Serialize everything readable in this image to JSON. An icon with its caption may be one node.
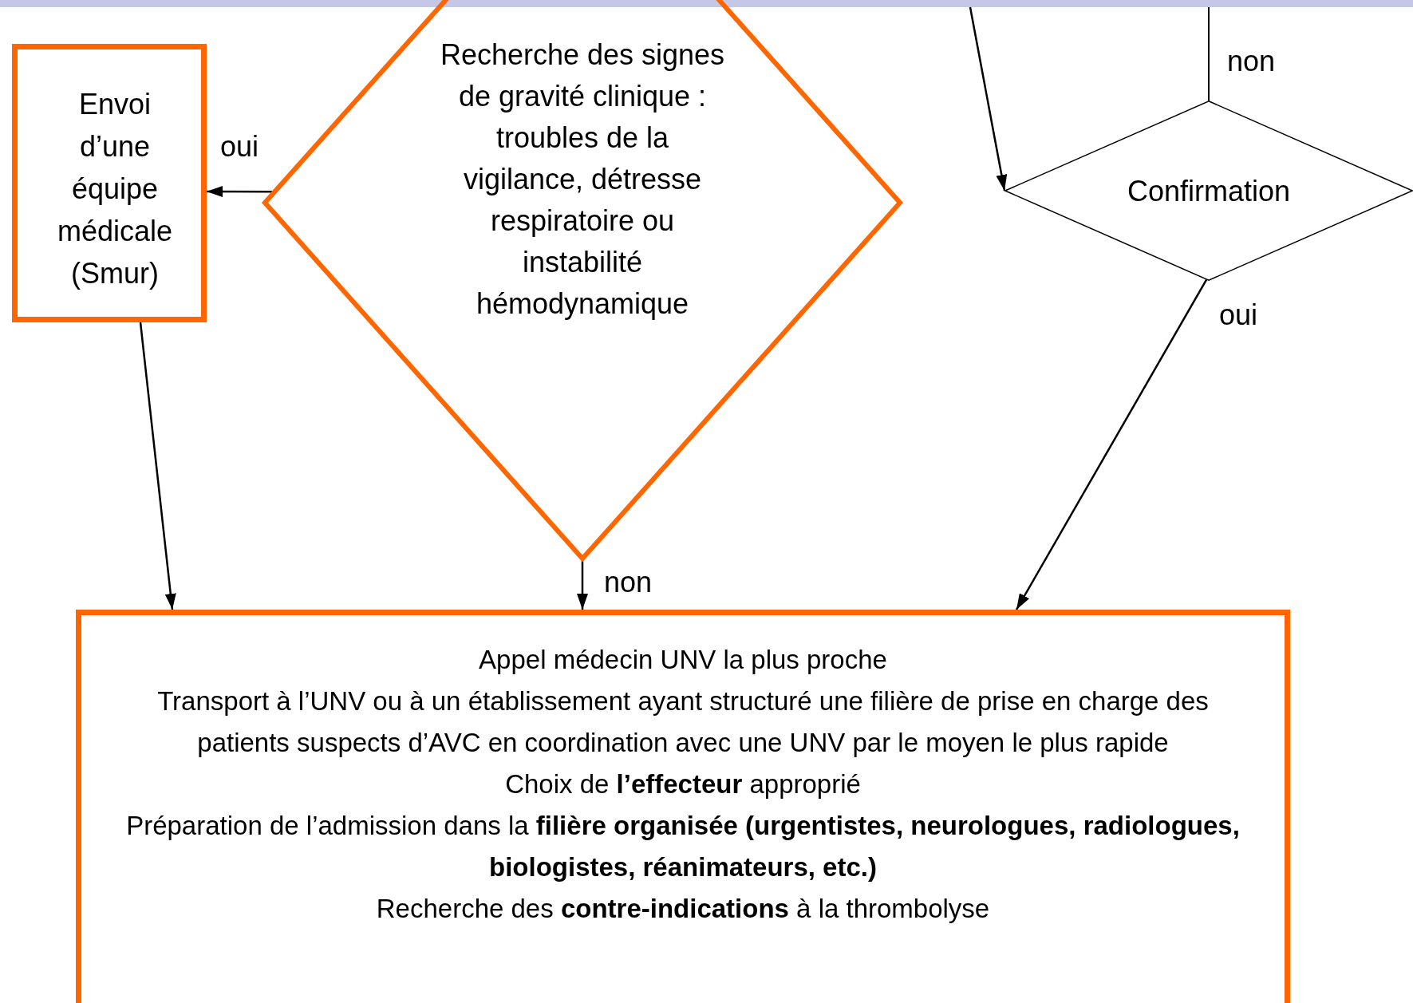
{
  "diagram": {
    "nodes": [
      {
        "text": [
          "Envoi d’une équipe médicale (Smur)"
        ]
      },
      {
        "text": [
          "Recherche des signes de gravité clinique :",
          "troubles de la vigilance, détresse respiratoire ou instabilité hémodynamique"
        ]
      },
      {
        "text": [
          "Confirmation"
        ]
      },
      {
        "text": [
          "Appel médecin UNV la plus proche",
          "Transport à l’UNV ou à un établissement ayant structuré une filière de prise en charge des patients suspects d’AVC en coordination avec une UNV par le moyen le plus rapide",
          "Choix de **l’effecteur** approprié",
          "Préparation de l’admission dans la **filière organisée (urgentistes, neurologues, radiologues, biologistes, réanimateurs, etc.)**",
          "Recherche des **contre-indications** à la thrombolyse"
        ]
      }
    ],
    "edges": [
      {
        "from": 1,
        "to": 0,
        "arrow": "to",
        "label": "oui"
      },
      {
        "from": 0,
        "to": 3,
        "arrow": "to"
      },
      {
        "from": 1,
        "to": 3,
        "arrow": "to",
        "label": "non"
      },
      {
        "from": null,
        "to": 2,
        "arrow": "to"
      },
      {
        "from": null,
        "to": 2,
        "arrow": "none",
        "label": "non"
      },
      {
        "from": 2,
        "to": 3,
        "arrow": "to",
        "label": "oui"
      }
    ]
  }
}
